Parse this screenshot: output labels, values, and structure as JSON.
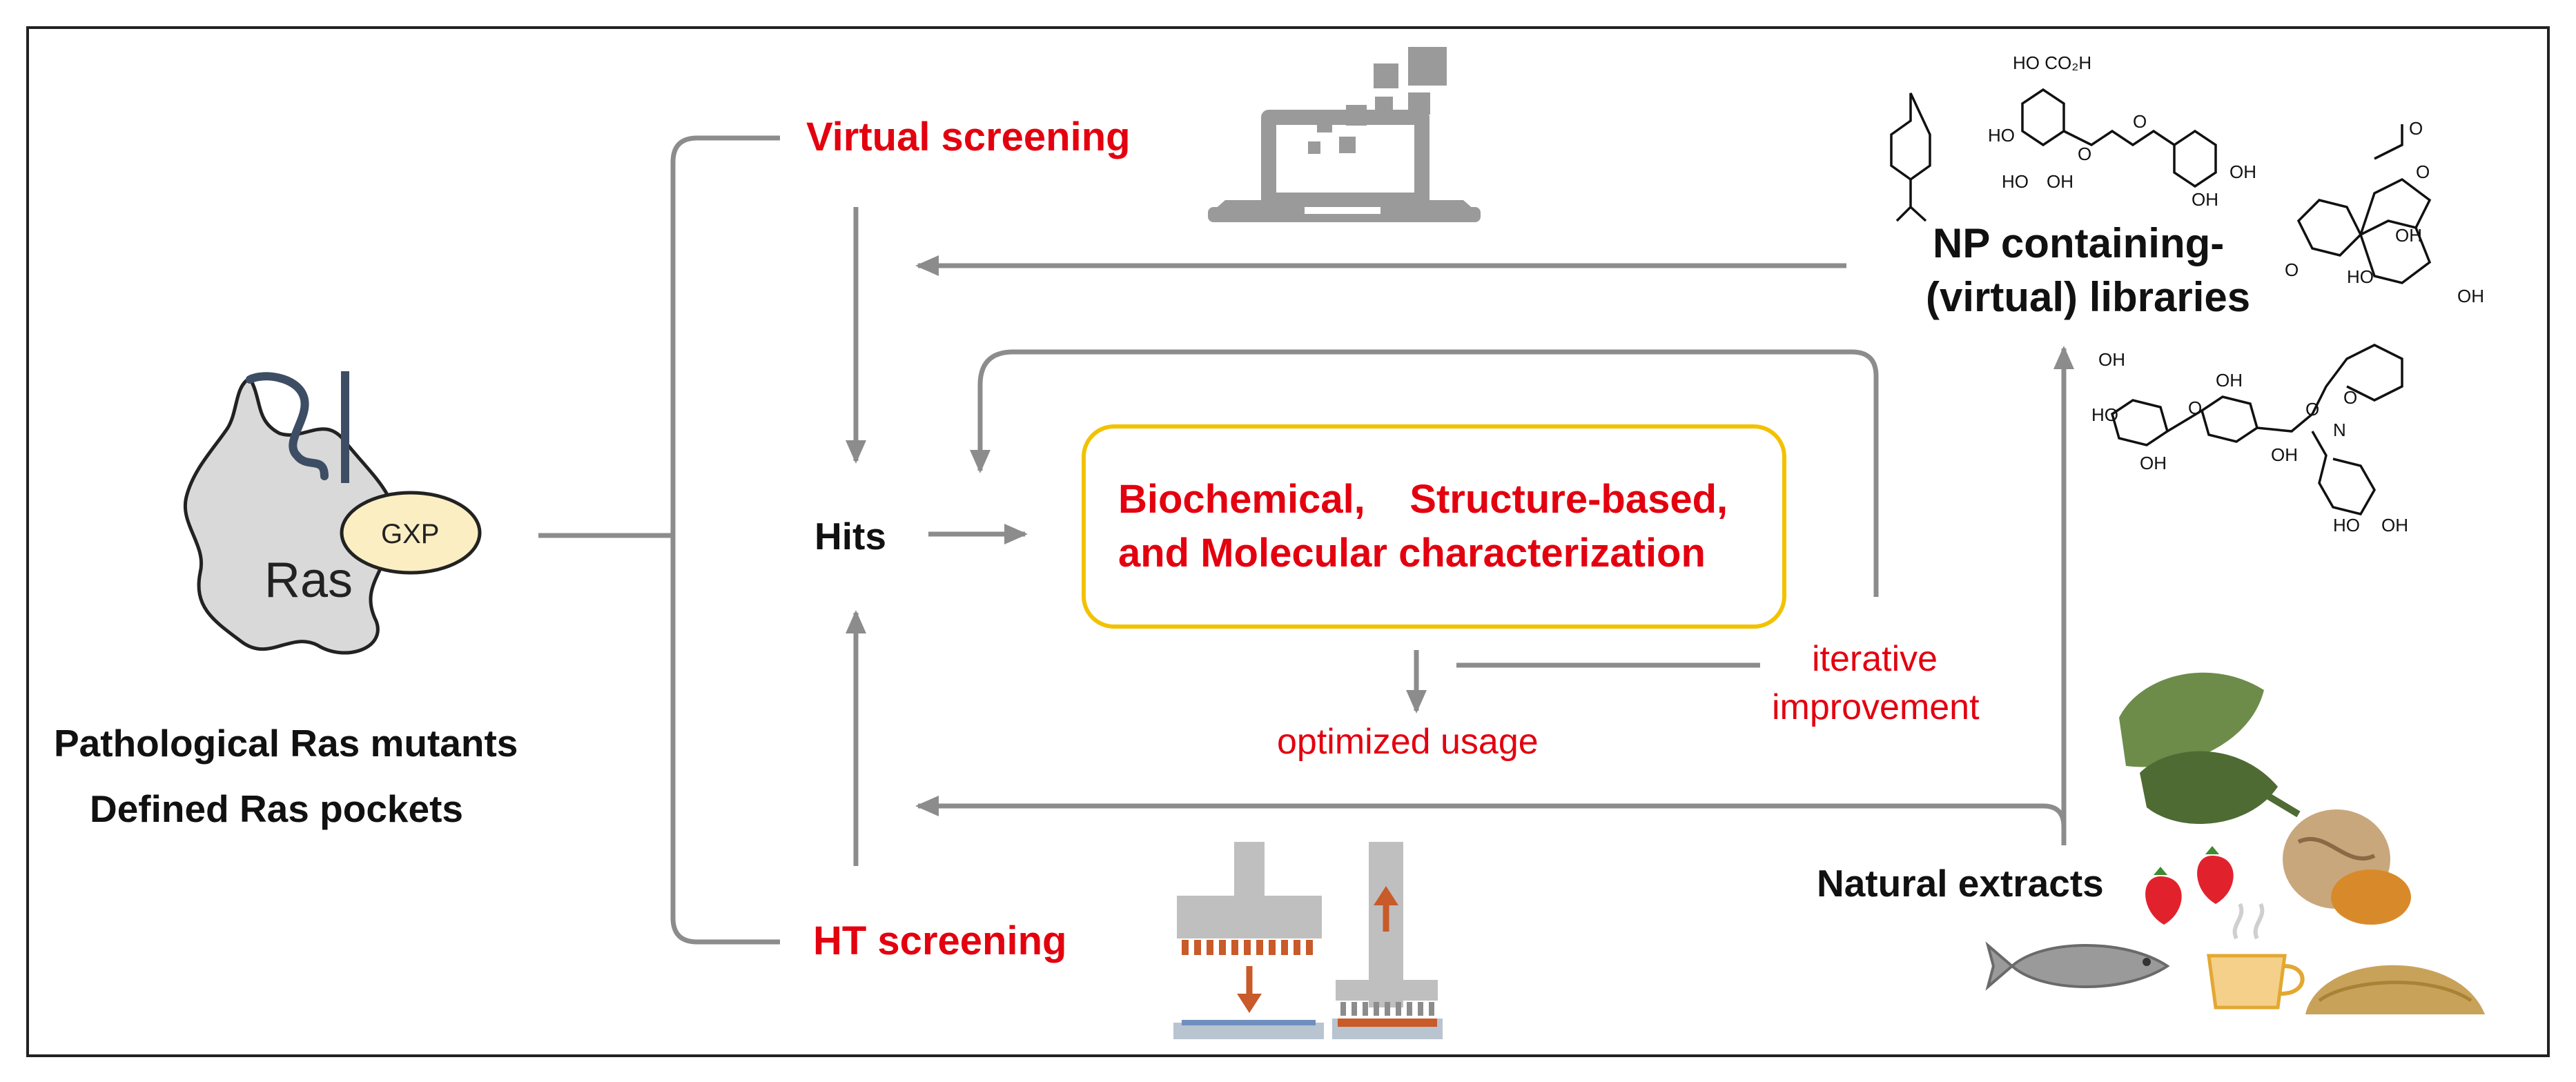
{
  "ras": {
    "protein_label": "Ras",
    "nucleotide_label": "GXP",
    "caption_line1": "Pathological Ras mutants",
    "caption_line2": "Defined Ras pockets"
  },
  "screening": {
    "virtual": "Virtual screening",
    "ht": "HT screening",
    "hits": "Hits"
  },
  "characterization": {
    "line1": "Biochemical,    Structure-based,",
    "line2": "and Molecular characterization"
  },
  "optimization": {
    "optimized_usage": "optimized usage",
    "iterative_line1": "iterative",
    "iterative_line2": "improvement"
  },
  "libraries": {
    "line1": "NP containing-",
    "line2": "(virtual) libraries"
  },
  "extracts": {
    "label": "Natural extracts"
  },
  "chem_labels": {
    "ho_co2h": "HO  CO₂H",
    "ho": "HO",
    "oh": "OH",
    "o": "O",
    "n": "N"
  },
  "colors": {
    "arrow_gray": "#8c8c8c",
    "highlight_red": "#e3000f",
    "box_border": "#f2c200",
    "ras_fill": "#d9d9d9",
    "gxp_fill": "#fbeec3"
  }
}
